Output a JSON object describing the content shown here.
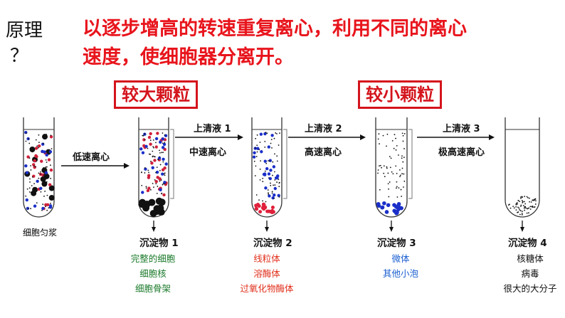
{
  "title": {
    "line1": "原理",
    "line2": "？"
  },
  "principle": {
    "line1": "以逐步增高的转速重复离心，利用不同的离心",
    "line2": "速度，使细胞器分离开。"
  },
  "boxes": {
    "large": "较大颗粒",
    "small": "较小颗粒"
  },
  "start_label": "细胞匀浆",
  "steps": [
    {
      "speed": "低速离心"
    },
    {
      "supernatant": "上清液 1",
      "speed": "中速离心"
    },
    {
      "supernatant": "上清液 2",
      "speed": "高速离心"
    },
    {
      "supernatant": "上清液 3",
      "speed": "极高速离心"
    }
  ],
  "pellets": [
    {
      "name": "沉淀物 1",
      "items": [
        "完整的细胞",
        "细胞核",
        "细胞骨架"
      ],
      "color": "#1a7a2a"
    },
    {
      "name": "沉淀物 2",
      "items": [
        "线粒体",
        "溶酶体",
        "过氧化物酶体"
      ],
      "color": "#e0301c"
    },
    {
      "name": "沉淀物 3",
      "items": [
        "微体",
        "其他小泡"
      ],
      "color": "#1a5fd0"
    },
    {
      "name": "沉淀物 4",
      "items": [
        "核糖体",
        "病毒",
        "很大的大分子"
      ],
      "color": "#111111"
    }
  ]
}
